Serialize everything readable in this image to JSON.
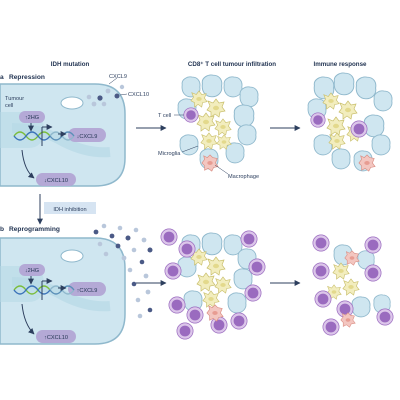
{
  "headers": {
    "col1": "IDH mutation",
    "col2": "CD8⁺ T cell tumour infiltration",
    "col3": "Immune response"
  },
  "panel_a": {
    "letter": "a",
    "title": "Repression",
    "tumour_cell_line1": "Tumour",
    "tumour_cell_line2": "cell",
    "pill_2hg": "↑2HG",
    "pill_cxcl9": "↓CXCL9",
    "pill_cxcl10": "↓CXCL10",
    "chemokine_cxcl9": "CXCL9",
    "chemokine_cxcl10": "CXCL10",
    "label_tcell": "T cell",
    "label_microglia": "Microglia",
    "label_macrophage": "Macrophage"
  },
  "transition": {
    "label": "IDH inhibition"
  },
  "panel_b": {
    "letter": "b",
    "title": "Reprogramming",
    "pill_2hg": "↓2HG",
    "pill_cxcl9": "↑CXCL9",
    "pill_cxcl10": "↑CXCL10"
  },
  "colors": {
    "tumour_fill": "#cfe6f0",
    "tumour_stroke": "#8fb8cc",
    "tcell": "#c9a8dc",
    "tcell_nucleus": "#9a6bbf",
    "microglia": "#f2edbe",
    "macrophage": "#f3c6c0",
    "pill": "#b4a9d6",
    "dot_dark": "#4b5a86",
    "dot_light": "#b9c7db"
  }
}
